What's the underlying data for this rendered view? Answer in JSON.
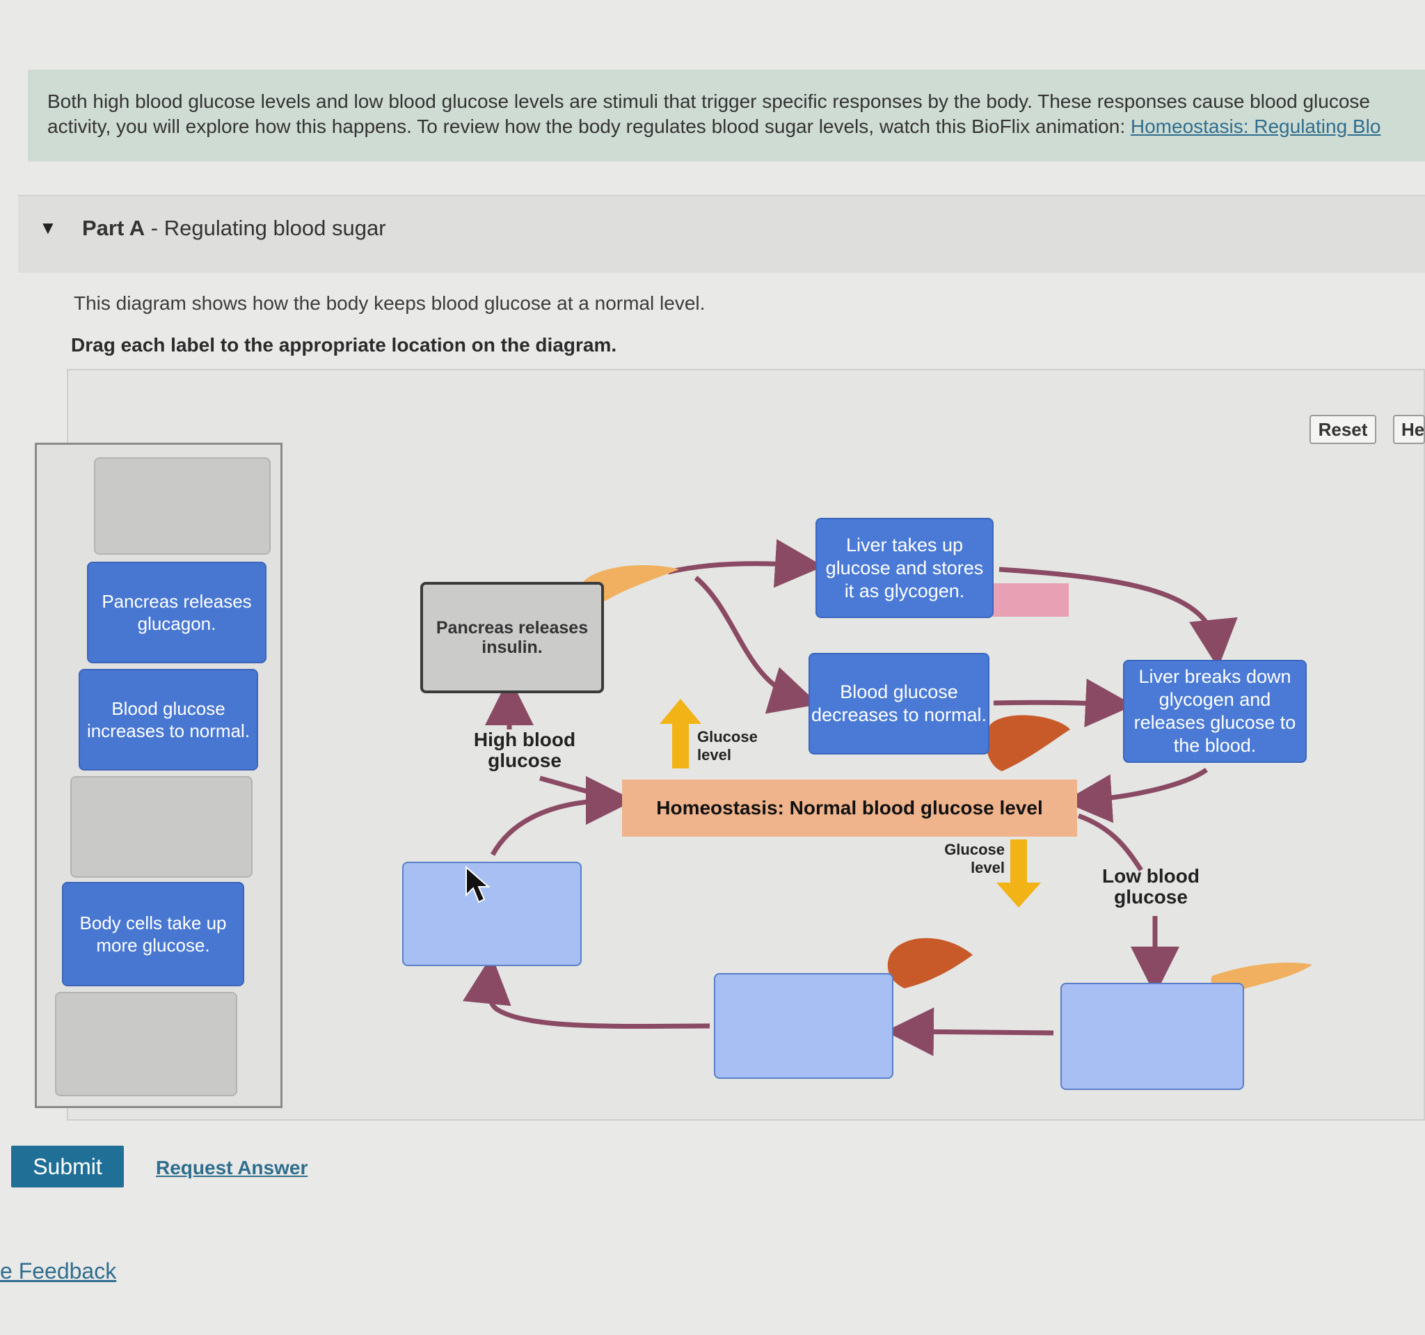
{
  "intro": {
    "line1": "Both high blood glucose levels and low blood glucose levels are stimuli that trigger specific responses by the body. These responses cause blood glucose",
    "line2": "activity, you will explore how this happens. To review how the body regulates blood sugar levels, watch this BioFlix animation: ",
    "link": "Homeostasis: Regulating Blo"
  },
  "part": {
    "toggle_icon": "triangle-down-icon",
    "prefix": "Part A",
    "title": " - Regulating blood sugar"
  },
  "description": "This diagram shows how the body keeps blood glucose at a normal level.",
  "instruction": "Drag each label to the appropriate location on the diagram.",
  "toolbar": {
    "reset": "Reset",
    "help": "He"
  },
  "label_bank": [
    {
      "text": ""
    },
    {
      "text": "Pancreas releases glucagon."
    },
    {
      "text": "Blood glucose increases to normal."
    },
    {
      "text": ""
    },
    {
      "text": "Body cells take up more glucose."
    },
    {
      "text": ""
    }
  ],
  "diagram": {
    "liver_stores": "Liver takes up glucose and stores it as glycogen.",
    "blood_decreases": "Blood glucose decreases to normal.",
    "pancreas_insulin": "Pancreas releases insulin.",
    "liver_breaks": "Liver breaks down glycogen and releases glucose to the blood.",
    "high_glucose": "High blood glucose",
    "low_glucose": "Low blood glucose",
    "glucose_level_up": "Glucose level",
    "glucose_level_down": "Glucose level",
    "homeostasis": "Homeostasis: Normal blood glucose level"
  },
  "colors": {
    "arrow": "#8a4a63",
    "level_arrow": "#f2b316",
    "label_blue": "#4877d2",
    "target_blue": "#a7bff2",
    "homeostasis": "#f0b48c"
  },
  "actions": {
    "submit": "Submit",
    "request_answer": "Request Answer",
    "feedback": "e Feedback"
  }
}
